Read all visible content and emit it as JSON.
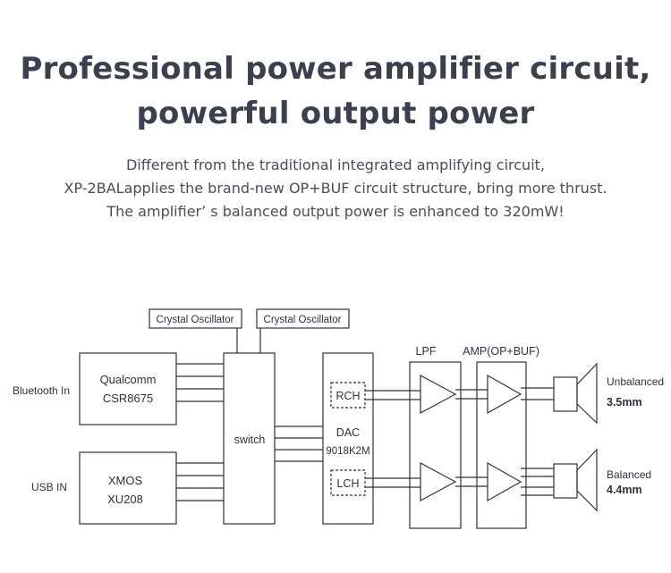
{
  "title": {
    "line1": "Professional power amplifier circuit,",
    "line2": "powerful output power"
  },
  "description": {
    "line1": "Different from the traditional integrated amplifying circuit,",
    "line2": "XP-2BALapplies the brand-new OP+BUF circuit structure, bring more thrust.",
    "line3": "The amplifier’ s balanced output power is enhanced to 320mW!"
  },
  "diagram": {
    "inputs": {
      "bluetooth": "Bluetooth In",
      "usb": "USB IN"
    },
    "qualcomm": {
      "line1": "Qualcomm",
      "line2": "CSR8675"
    },
    "xmos": {
      "line1": "XMOS",
      "line2": "XU208"
    },
    "oscillator_1": "Crystal Oscillator",
    "oscillator_2": "Crystal Oscillator",
    "switch": "switch",
    "dac": {
      "line1": "DAC",
      "line2": "9018K2M",
      "rch": "RCH",
      "lch": "LCH"
    },
    "lpf": "LPF",
    "amp": "AMP(OP+BUF)",
    "outputs": {
      "unbalanced_label": "Unbalanced",
      "unbalanced_size": "3.5mm",
      "balanced_label": "Balanced",
      "balanced_size": "4.4mm"
    }
  }
}
